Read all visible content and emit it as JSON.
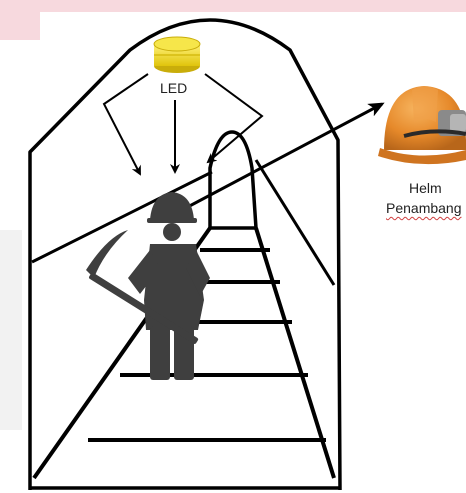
{
  "labels": {
    "led": "LED",
    "helmet_line1": "Helm",
    "helmet_line2": "Penambang"
  },
  "colors": {
    "background_band": "#f7d9de",
    "side_panel": "#f2f2f2",
    "tunnel_stroke": "#000000",
    "miner_silhouette": "#3f3f3f",
    "led_yellow": "#f3de1a",
    "helmet_orange": "#e6892a",
    "helmet_dark": "#9a4f12",
    "lamp_gray": "#8a8a8a"
  },
  "icons": {
    "led_lamp": "led-lamp-icon",
    "miner": "miner-icon",
    "mining_helmet": "mining-helmet-icon",
    "pickaxe": "pickaxe-icon"
  }
}
